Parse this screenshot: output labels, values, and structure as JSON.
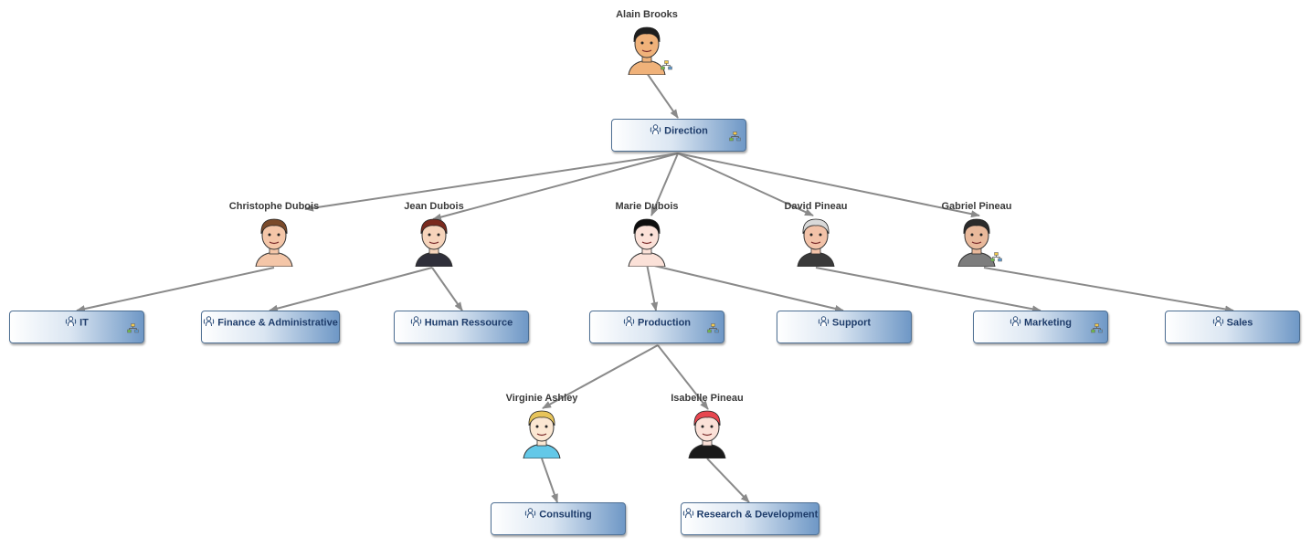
{
  "people": [
    {
      "id": "p-alain",
      "name": "Alain Brooks",
      "hair": "#1e1e1e",
      "skin": "#f0b27a",
      "shirt": "#f0b27a",
      "org_icon": true
    },
    {
      "id": "p-christophe",
      "name": "Christophe Dubois",
      "hair": "#7a4a2a",
      "skin": "#f4c6a8",
      "shirt": "#f4c6a8",
      "org_icon": false
    },
    {
      "id": "p-jean",
      "name": "Jean Dubois",
      "hair": "#7a2a1e",
      "skin": "#f6d4bb",
      "shirt": "#2f2f3a",
      "org_icon": false
    },
    {
      "id": "p-marie",
      "name": "Marie Dubois",
      "hair": "#0e0e0e",
      "skin": "#fbe1d8",
      "shirt": "#fbe1d8",
      "org_icon": false
    },
    {
      "id": "p-david",
      "name": "David Pineau",
      "hair": "#d9d9d9",
      "skin": "#f2c2a8",
      "shirt": "#3a3a3a",
      "org_icon": false
    },
    {
      "id": "p-gabriel",
      "name": "Gabriel Pineau",
      "hair": "#2b2b2b",
      "skin": "#e9b99b",
      "shirt": "#7d7d7d",
      "org_icon": true
    },
    {
      "id": "p-virginie",
      "name": "Virginie Ashley",
      "hair": "#e7c45a",
      "skin": "#fbe7d2",
      "shirt": "#63c8e8",
      "org_icon": false
    },
    {
      "id": "p-isabelle",
      "name": "Isabelle Pineau",
      "hair": "#e8464f",
      "skin": "#fbe1d8",
      "shirt": "#1a1a1a",
      "org_icon": false
    }
  ],
  "units": [
    {
      "id": "u-direction",
      "label": "Direction",
      "org_icon": true
    },
    {
      "id": "u-it",
      "label": "IT",
      "org_icon": true
    },
    {
      "id": "u-finance",
      "label": "Finance & Administrative",
      "org_icon": false
    },
    {
      "id": "u-hr",
      "label": "Human Ressource",
      "org_icon": false
    },
    {
      "id": "u-production",
      "label": "Production",
      "org_icon": true
    },
    {
      "id": "u-support",
      "label": "Support",
      "org_icon": false
    },
    {
      "id": "u-marketing",
      "label": "Marketing",
      "org_icon": true
    },
    {
      "id": "u-sales",
      "label": "Sales",
      "org_icon": false
    },
    {
      "id": "u-consulting",
      "label": "Consulting",
      "org_icon": false
    },
    {
      "id": "u-rnd",
      "label": "Research & Development",
      "org_icon": false
    }
  ],
  "edges": [
    [
      "p-alain",
      "u-direction"
    ],
    [
      "u-direction",
      "p-christophe"
    ],
    [
      "u-direction",
      "p-jean"
    ],
    [
      "u-direction",
      "p-marie"
    ],
    [
      "u-direction",
      "p-david"
    ],
    [
      "u-direction",
      "p-gabriel"
    ],
    [
      "p-christophe",
      "u-it"
    ],
    [
      "p-jean",
      "u-finance"
    ],
    [
      "p-jean",
      "u-hr"
    ],
    [
      "p-marie",
      "u-production"
    ],
    [
      "p-marie",
      "u-support"
    ],
    [
      "p-david",
      "u-marketing"
    ],
    [
      "p-gabriel",
      "u-sales"
    ],
    [
      "u-production",
      "p-virginie"
    ],
    [
      "u-production",
      "p-isabelle"
    ],
    [
      "p-virginie",
      "u-consulting"
    ],
    [
      "p-isabelle",
      "u-rnd"
    ]
  ],
  "colors": {
    "edge": "#8a8a8a",
    "unit_text": "#1f3d6b",
    "unit_border": "#4e6f93",
    "person_text": "#3a3a3a"
  }
}
